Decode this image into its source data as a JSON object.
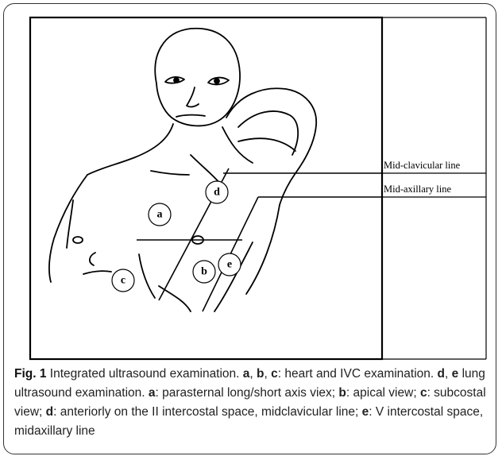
{
  "figure": {
    "line_labels": {
      "mid_clavicular": "Mid-clavicular line",
      "mid_axillary": "Mid-axillary line"
    },
    "points": {
      "a": "a",
      "b": "b",
      "c": "c",
      "d": "d",
      "e": "e"
    },
    "caption": {
      "label": "Fig. 1",
      "title": "Integrated ultrasound examination.",
      "s1_letters": [
        "a",
        "b",
        "c"
      ],
      "s1_text": ": heart and IVC examination.",
      "s2_letters": [
        "d",
        "e"
      ],
      "s2_text": "lung ultrasound examination.",
      "a_text": ": parasternal long/short axis viex;",
      "b_text": ": apical view;",
      "c_text": ": subcostal view;",
      "d_text": ": anteriorly on the II intercostal space, midclavicular line;",
      "e_text": ": V intercostal space, midaxillary line"
    }
  }
}
